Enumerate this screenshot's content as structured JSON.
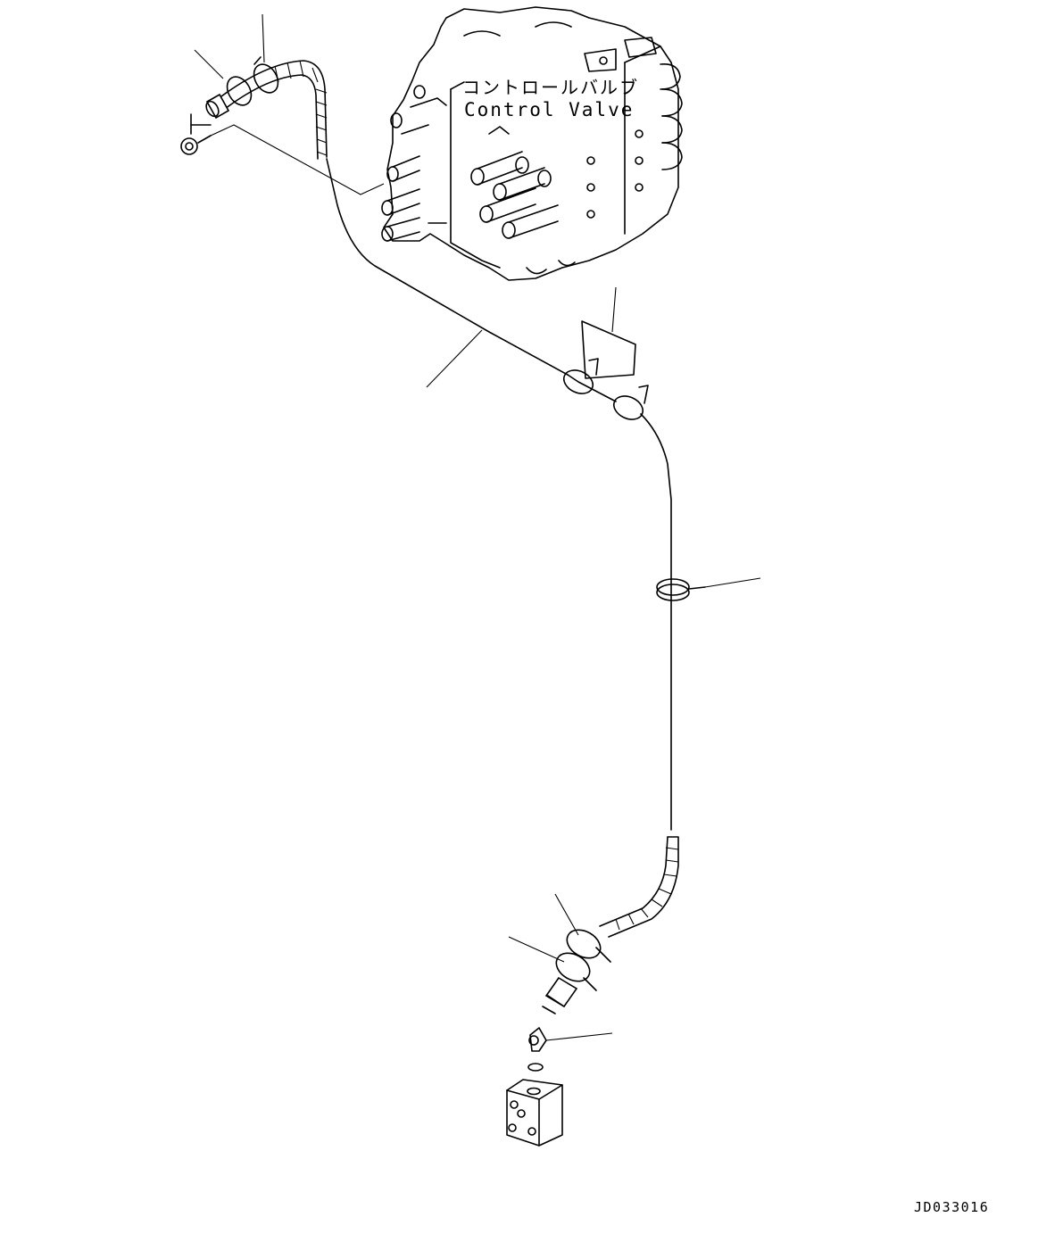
{
  "diagram": {
    "valve_label_jp": "コントロールバルブ",
    "valve_label_en": "Control Valve",
    "drawing_id": "JD033016"
  }
}
